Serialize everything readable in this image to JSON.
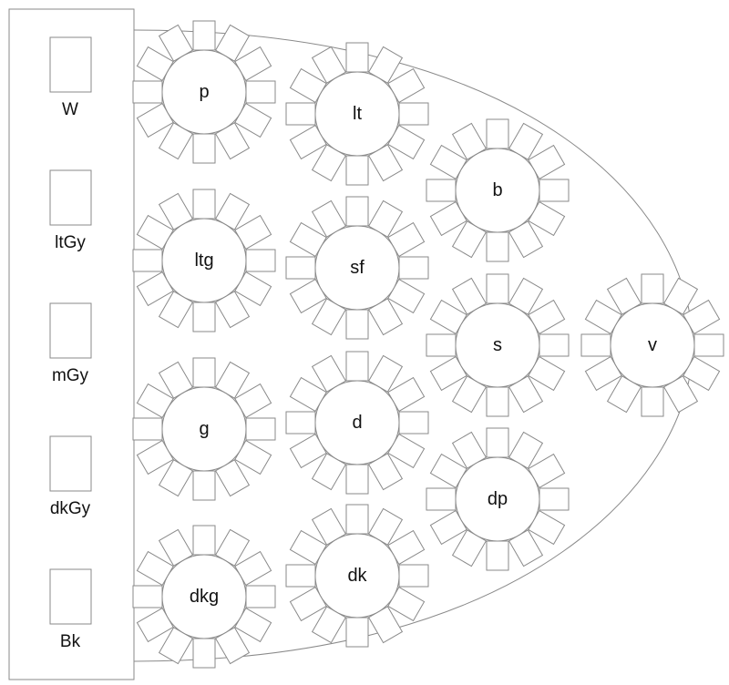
{
  "head_table": {
    "seats": [
      {
        "label": "W"
      },
      {
        "label": "ltGy"
      },
      {
        "label": "mGy"
      },
      {
        "label": "dkGy"
      },
      {
        "label": "Bk"
      }
    ]
  },
  "tables": [
    {
      "label": "p"
    },
    {
      "label": "ltg"
    },
    {
      "label": "g"
    },
    {
      "label": "dkg"
    },
    {
      "label": "lt",
      "highlight": {
        "seat": 4,
        "color": "#aec6f0"
      }
    },
    {
      "label": "sf"
    },
    {
      "label": "d",
      "highlight": {
        "seat": 4,
        "color": "#4a5f94"
      }
    },
    {
      "label": "dk",
      "highlight": {
        "seat": 4,
        "color": "#0b1f5c"
      }
    },
    {
      "label": "b"
    },
    {
      "label": "s"
    },
    {
      "label": "dp"
    },
    {
      "label": "v"
    }
  ],
  "colors": {
    "outline": "#8a8a8a",
    "highlight_light": "#aec6f0",
    "highlight_mid": "#4a5f94",
    "highlight_dark": "#0b1f5c"
  }
}
